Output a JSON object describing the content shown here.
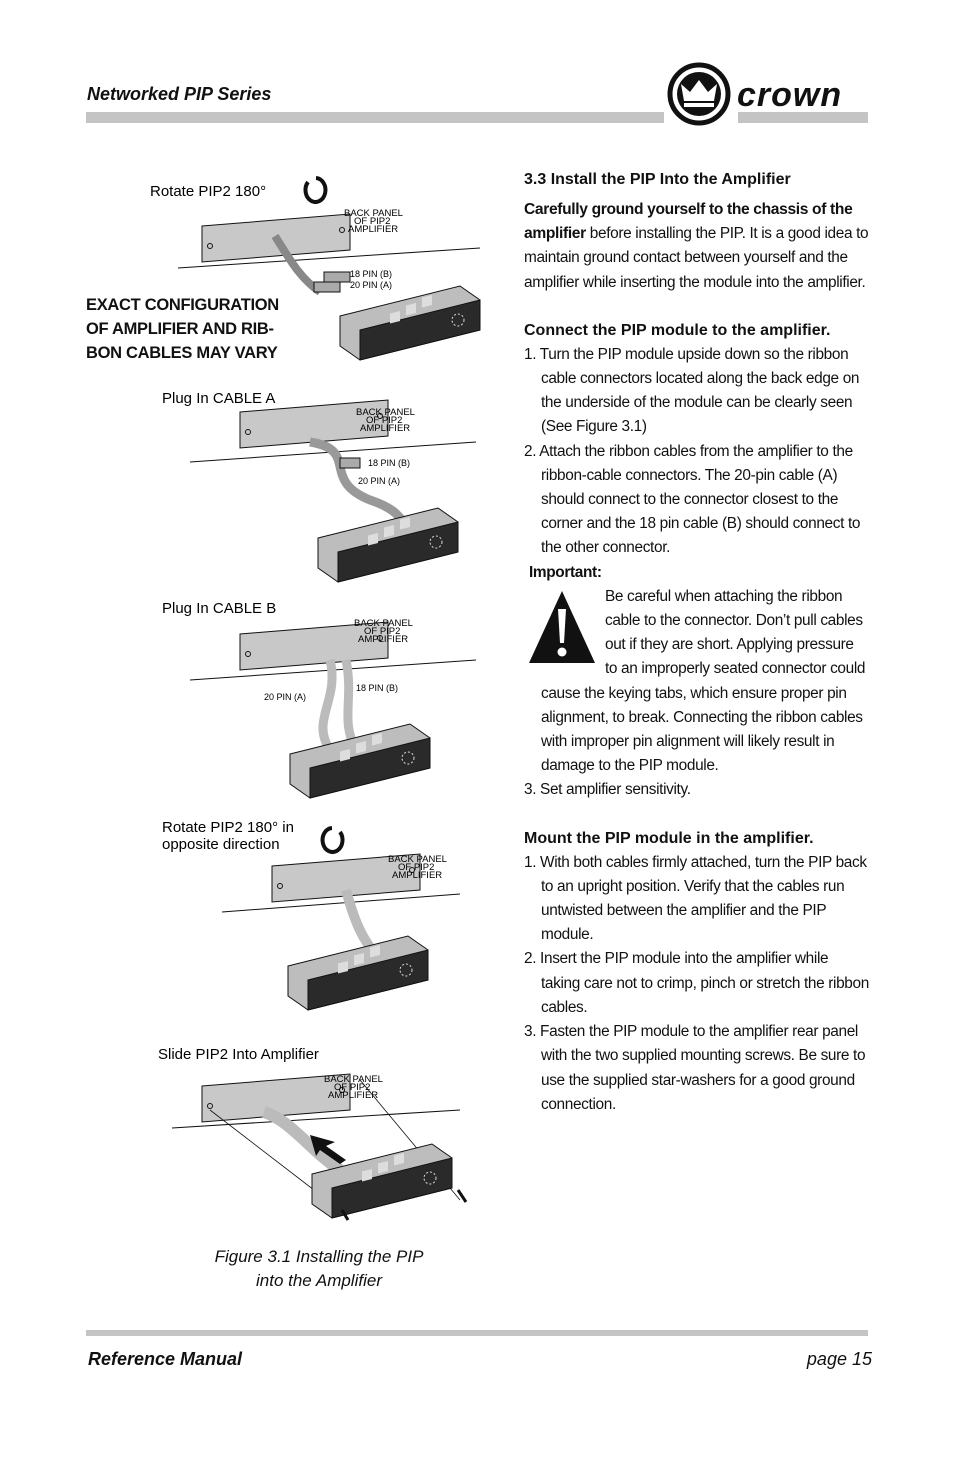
{
  "header": {
    "series_title": "Networked PIP Series",
    "brand": "crown"
  },
  "figure": {
    "steps": [
      {
        "title": "Rotate PIP2 180°",
        "panel_label": "BACK PANEL OF PIP2 AMPLIFIER",
        "pin_b": "18 PIN (B)",
        "pin_a": "20 PIN (A)"
      },
      {
        "title": "Plug In CABLE A",
        "panel_label": "BACK PANEL OF PIP2 AMPLIFIER",
        "pin_b": "18 PIN (B)",
        "pin_a": "20 PIN (A)"
      },
      {
        "title": "Plug In CABLE B",
        "panel_label": "BACK PANEL OF PIP2 AMPLIFIER",
        "pin_b": "18 PIN (B)",
        "pin_a": "20 PIN (A)"
      },
      {
        "title_line1": "Rotate PIP2 180° in",
        "title_line2": "opposite direction",
        "panel_label": "BACK PANEL OF PIP2 AMPLIFIER"
      },
      {
        "title": "Slide PIP2 Into Amplifier",
        "panel_label": "BACK PANEL OF PIP2 AMPLIFIER"
      }
    ],
    "note_lines": [
      "EXACT CONFIGURATION",
      "OF AMPLIFIER AND RIB-",
      "BON CABLES MAY VARY"
    ],
    "caption_line1": "Figure 3.1  Installing the PIP",
    "caption_line2": "into the Amplifier"
  },
  "section": {
    "heading": "3.3 Install the PIP Into the Amplifier",
    "intro_bold": "Carefully ground yourself to the chassis of the amplifier",
    "intro_rest": " before installing the PIP. It is a good idea to maintain ground contact between yourself and the amplifier while inserting the module into the amplifier.",
    "connect_heading": "Connect the PIP module to the amplifier.",
    "connect_steps": [
      "1. Turn the PIP module upside down so the ribbon cable connectors located along the back edge on the underside of the module can be clearly seen (See Figure 3.1)",
      "2. Attach the ribbon cables from the amplifier to the ribbon-cable connectors. The 20-pin cable (A) should connect to the connector closest to the corner and the 18 pin cable (B) should connect to the other connector."
    ],
    "important_label": "Important:",
    "important_text": " Be careful when attaching the ribbon cable to the connector. Don’t pull cables out if they are short. Applying pressure to an improperly seated connector could cause the keying tabs, which ensure proper pin alignment, to break. Connecting the ribbon cables with improper pin alignment will likely result in damage to the PIP module.",
    "connect_step3": "3. Set amplifier sensitivity.",
    "mount_heading": "Mount the PIP module in the amplifier.",
    "mount_steps": [
      "1. With both cables firmly attached, turn the PIP back to an upright position. Verify that the cables run untwisted between the amplifier and the PIP module.",
      "2. Insert the PIP module into the amplifier while taking care not to crimp, pinch or stretch the ribbon cables.",
      "3. Fasten the PIP module to the amplifier rear panel with the two supplied mounting screws. Be sure to use the supplied star-washers for a good ground connection."
    ]
  },
  "footer": {
    "left": "Reference Manual",
    "right": "page 15"
  }
}
